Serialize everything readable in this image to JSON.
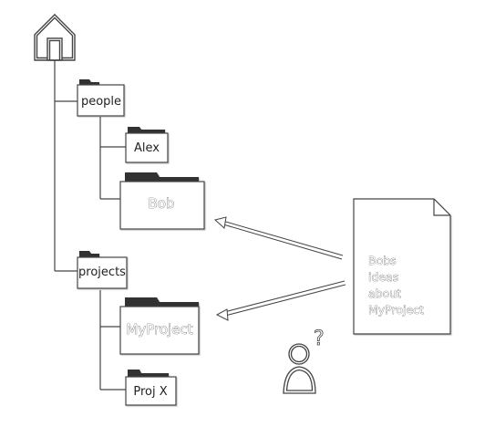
{
  "tree": {
    "root_icon": "home-icon",
    "folders": [
      {
        "id": "people",
        "label": "people",
        "icon": "folder-icon"
      },
      {
        "id": "alex",
        "label": "Alex",
        "icon": "folder-icon"
      },
      {
        "id": "bob",
        "label": "Bob",
        "icon": "folder-icon"
      },
      {
        "id": "projects",
        "label": "projects",
        "icon": "folder-icon"
      },
      {
        "id": "myproject",
        "label": "MyProject",
        "icon": "folder-icon"
      },
      {
        "id": "projx",
        "label": "Proj X",
        "icon": "folder-icon"
      }
    ]
  },
  "note": {
    "icon": "document-icon",
    "lines": [
      "Bobs",
      "ideas",
      "about",
      "MyProject"
    ]
  },
  "user": {
    "icon": "user-question-icon",
    "symbol": "?"
  },
  "colors": {
    "line": "#444444",
    "folder_tab": "#333333",
    "paper": "#ffffff"
  }
}
